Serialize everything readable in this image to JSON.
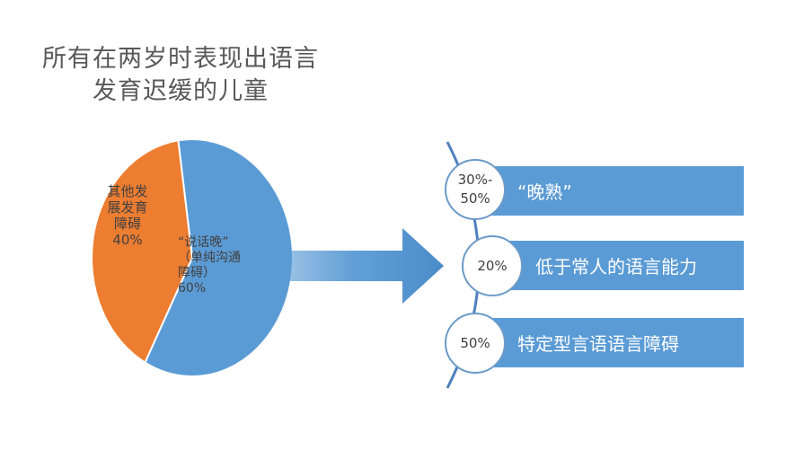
{
  "title": {
    "line1": "所有在两岁时表现出语言",
    "line2": "发育迟缓的儿童"
  },
  "chart_data": {
    "type": "pie",
    "slices": [
      {
        "label_lines": [
          "“说话晚”",
          "（单纯沟通",
          "障碍）"
        ],
        "value": 60,
        "value_label": "60%",
        "color": "#5b9bd5"
      },
      {
        "label_lines": [
          "其他发",
          "展发育",
          "障碍"
        ],
        "value": 40,
        "value_label": "40%",
        "color": "#ed7d31"
      }
    ]
  },
  "outcomes": [
    {
      "pct_lines": [
        "30%-",
        "50%"
      ],
      "label": "“晚熟”"
    },
    {
      "pct_lines": [
        "20%"
      ],
      "label": "低于常人的语言能力"
    },
    {
      "pct_lines": [
        "50%"
      ],
      "label": "特定型言语语言障碍"
    }
  ],
  "colors": {
    "blue": "#5b9bd5",
    "orange": "#ed7d31",
    "arc": "#4f81bd"
  },
  "icons": {
    "arrow": "right-arrow-icon"
  }
}
